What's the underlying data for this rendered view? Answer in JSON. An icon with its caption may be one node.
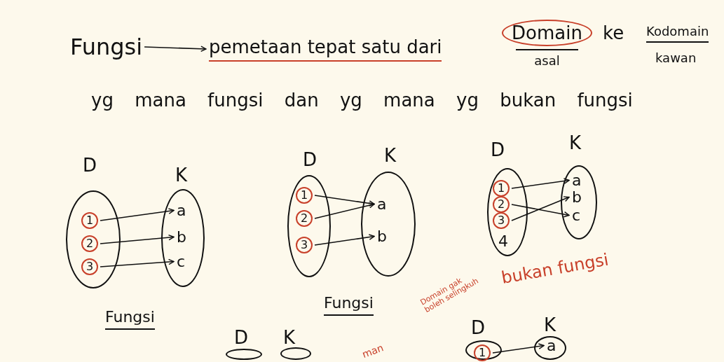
{
  "diagram": {
    "nodes": [
      {
        "text": [
          "Fungsi"
        ]
      },
      {
        "text": [
          "pemetaan tepat satu dari"
        ]
      },
      {
        "text": [
          "Domain"
        ],
        "beside": [
          "asal"
        ]
      },
      {
        "text": [
          "D"
        ]
      },
      {
        "text": [
          "1"
        ],
        "in": 3
      },
      {
        "text": [
          "2"
        ],
        "in": 3
      },
      {
        "text": [
          "3"
        ],
        "in": 3
      },
      {
        "text": [
          "K"
        ]
      },
      {
        "text": [
          "a"
        ],
        "in": 7
      },
      {
        "text": [
          "b"
        ],
        "in": 7
      },
      {
        "text": [
          "c"
        ],
        "in": 7
      },
      {
        "text": [
          "D"
        ]
      },
      {
        "text": [
          "1"
        ],
        "in": 11
      },
      {
        "text": [
          "2"
        ],
        "in": 11
      },
      {
        "text": [
          "3"
        ],
        "in": 11
      },
      {
        "text": [
          "K"
        ]
      },
      {
        "text": [
          "a"
        ],
        "in": 15
      },
      {
        "text": [
          "b"
        ],
        "in": 15
      },
      {
        "text": [
          "D"
        ]
      },
      {
        "text": [
          "1"
        ],
        "in": 18
      },
      {
        "text": [
          "2"
        ],
        "in": 18
      },
      {
        "text": [
          "3"
        ],
        "in": 18
      },
      {
        "text": [
          "4"
        ],
        "in": 18
      },
      {
        "text": [
          "K"
        ]
      },
      {
        "text": [
          "a"
        ],
        "in": 23
      },
      {
        "text": [
          "b"
        ],
        "in": 23
      },
      {
        "text": [
          "c"
        ],
        "in": 23
      },
      {
        "text": [
          "D"
        ]
      },
      {
        "text": [
          "K"
        ]
      },
      {
        "text": [
          "D"
        ]
      },
      {
        "text": [
          "1"
        ],
        "in": 29
      },
      {
        "text": [
          "K"
        ]
      },
      {
        "text": [
          "a"
        ],
        "in": 31
      }
    ],
    "edges": [
      {
        "from": 0,
        "to": 1,
        "arrow": "to"
      },
      {
        "from": 4,
        "to": 8,
        "arrow": "to"
      },
      {
        "from": 5,
        "to": 9,
        "arrow": "to"
      },
      {
        "from": 6,
        "to": 10,
        "arrow": "to"
      },
      {
        "from": 12,
        "to": 16,
        "arrow": "to"
      },
      {
        "from": 13,
        "to": 16,
        "arrow": "to"
      },
      {
        "from": 14,
        "to": 17,
        "arrow": "to"
      },
      {
        "from": 19,
        "to": 24,
        "arrow": "to"
      },
      {
        "from": 20,
        "to": 26,
        "arrow": "to"
      },
      {
        "from": 21,
        "to": 25,
        "arrow": "to"
      },
      {
        "from": 30,
        "to": 32,
        "arrow": "to"
      }
    ],
    "labels": [
      "ke",
      "Kodomain",
      "kawan",
      "yg mana fungsi dan yg mana yg bukan fungsi",
      "Fungsi",
      "Fungsi",
      "bukan fungsi",
      "Domain gak boleh selingkuh",
      "man"
    ]
  }
}
